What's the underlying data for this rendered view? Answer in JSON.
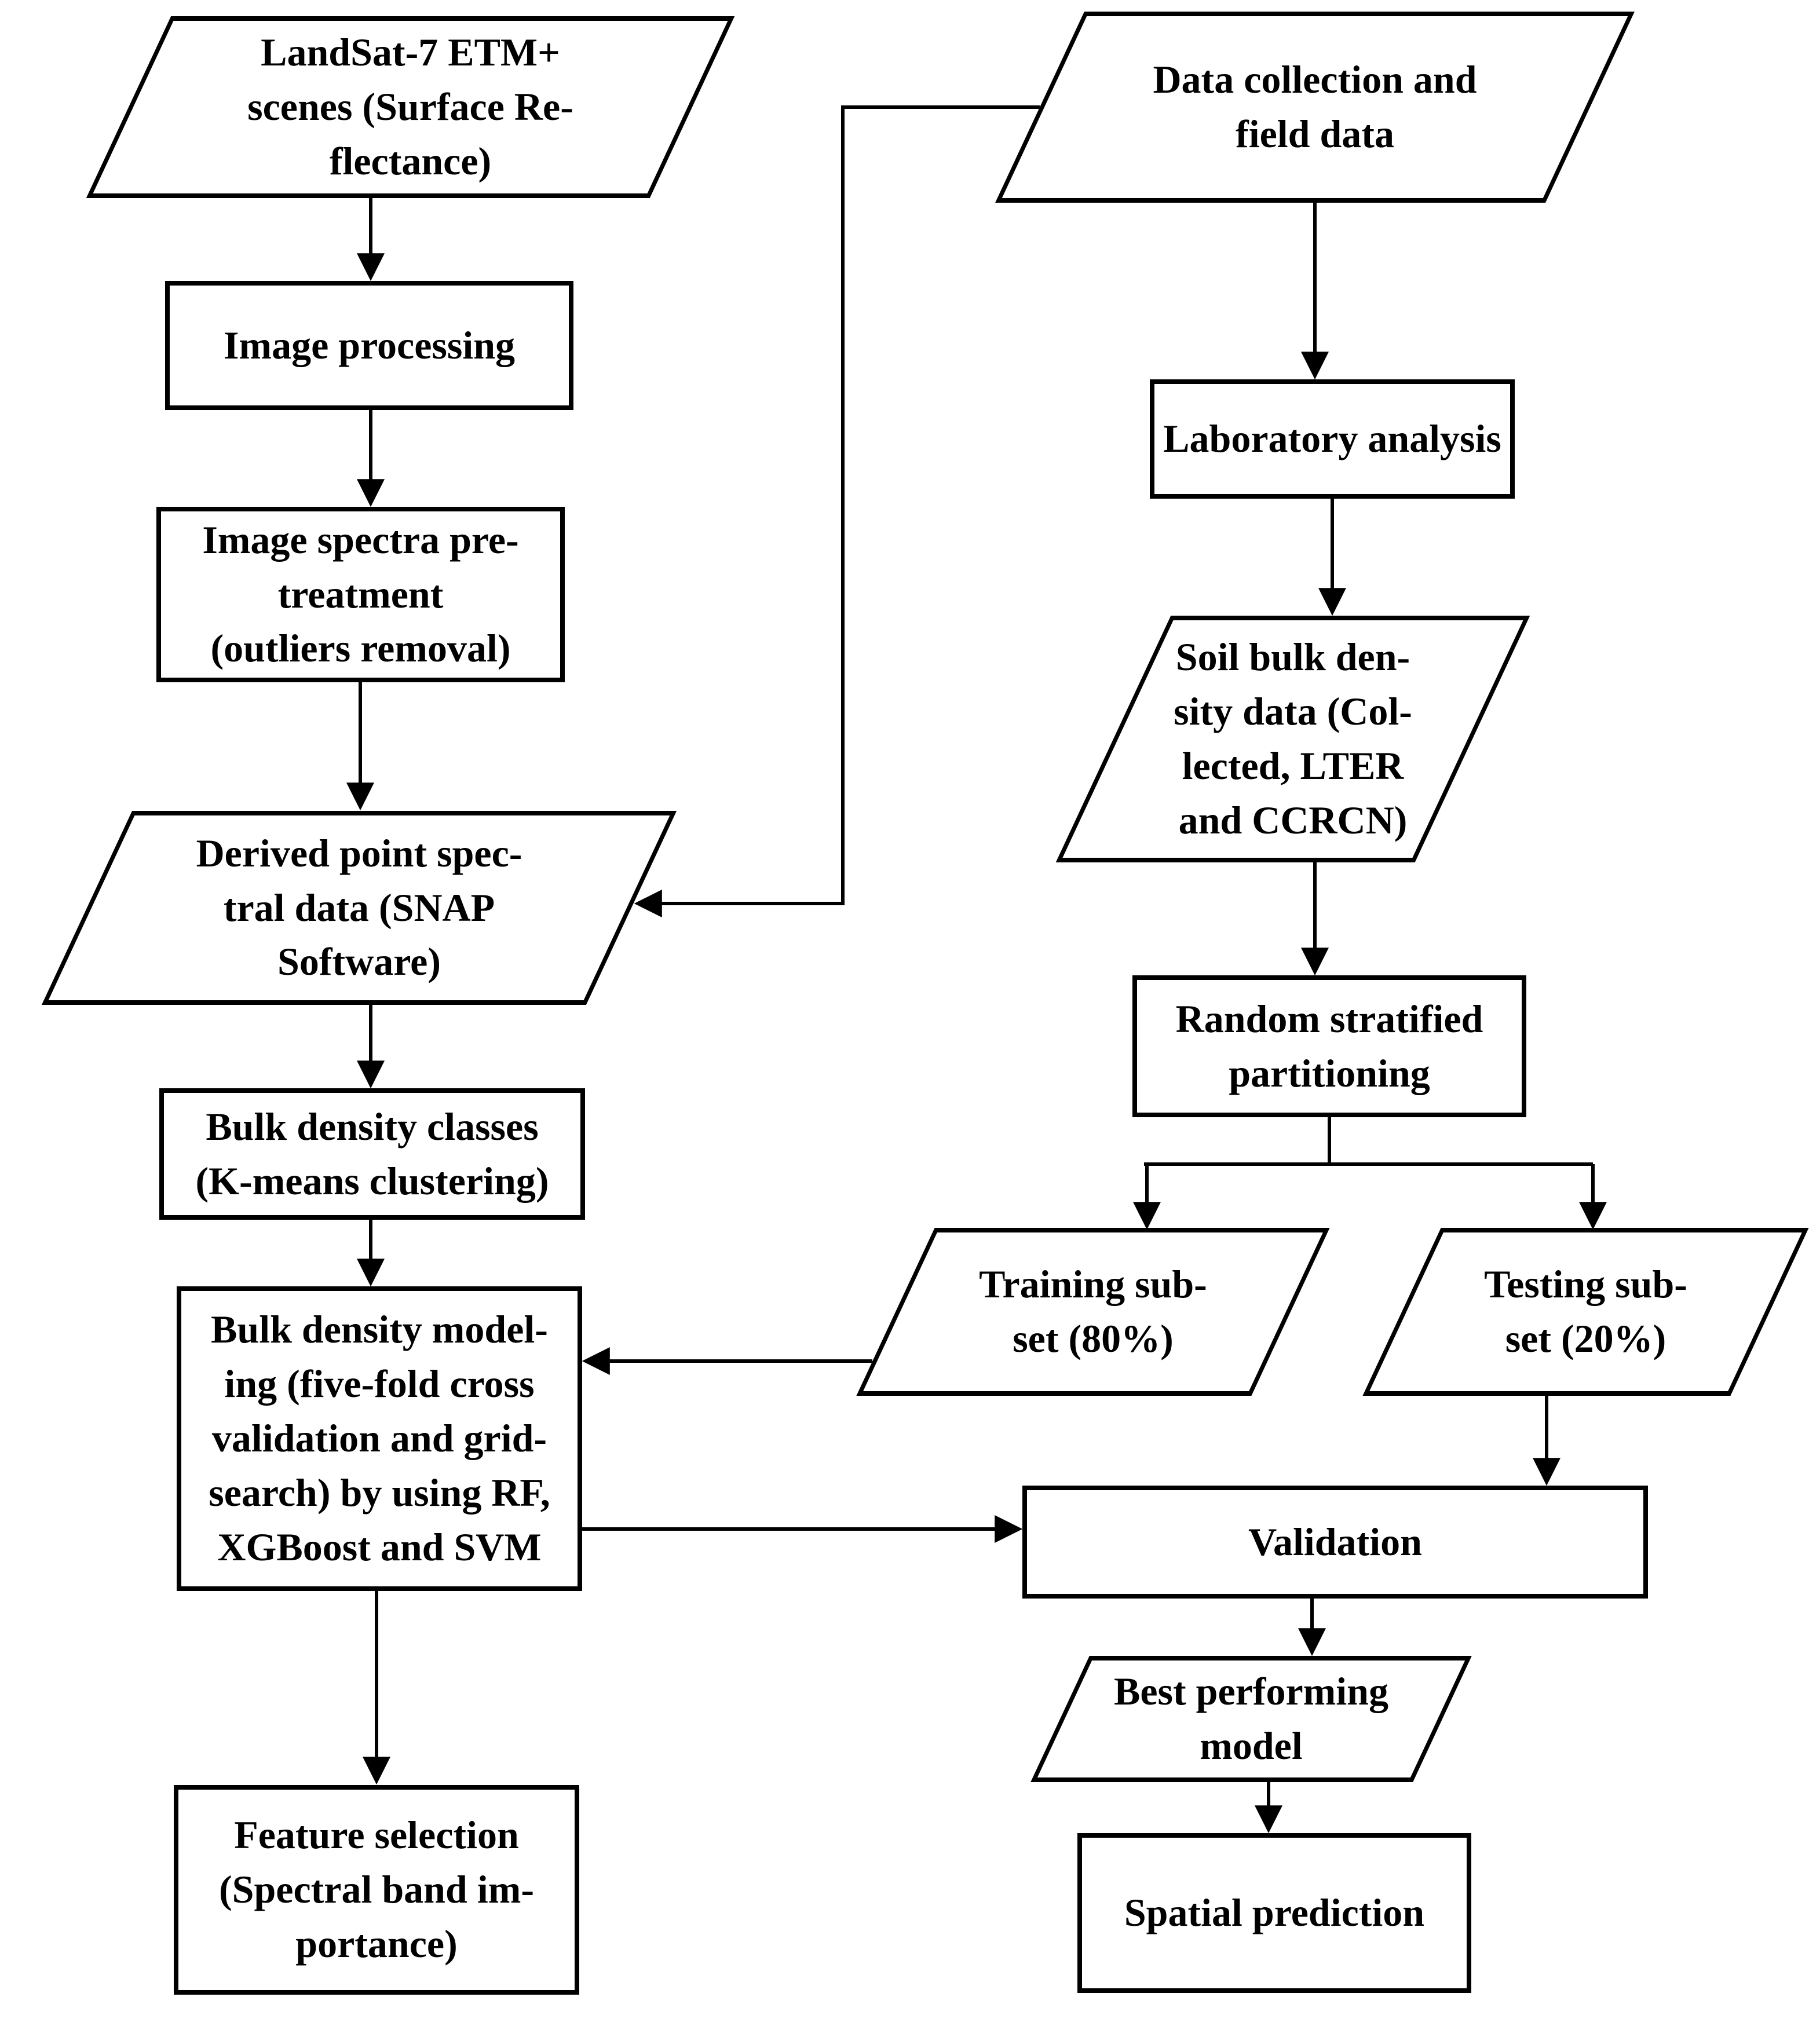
{
  "diagram": {
    "background_color": "#ffffff",
    "stroke_color": "#000000",
    "nodes": {
      "landsat_scenes": {
        "shape": "parallelogram",
        "lines": [
          "LandSat-7 ETM+",
          "scenes (Surface Re-",
          "flectance)"
        ]
      },
      "image_processing": {
        "shape": "rectangle",
        "lines": [
          "Image processing"
        ]
      },
      "image_spectra_pretreatment": {
        "shape": "rectangle",
        "lines": [
          "Image spectra pre-",
          "treatment",
          "(outliers removal)"
        ]
      },
      "derived_point_spectral": {
        "shape": "parallelogram",
        "lines": [
          "Derived point spec-",
          "tral data (SNAP",
          "Software)"
        ]
      },
      "bulk_density_classes": {
        "shape": "rectangle",
        "lines": [
          "Bulk density classes",
          "(K-means clustering)"
        ]
      },
      "bulk_density_modeling": {
        "shape": "rectangle",
        "lines": [
          "Bulk density model-",
          "ing (five-fold cross",
          "validation and grid-",
          "search) by using RF,",
          "XGBoost and SVM"
        ]
      },
      "feature_selection": {
        "shape": "rectangle",
        "lines": [
          "Feature selection",
          "(Spectral band im-",
          "portance)"
        ]
      },
      "data_collection": {
        "shape": "parallelogram",
        "lines": [
          "Data collection and",
          "field data"
        ]
      },
      "laboratory_analysis": {
        "shape": "rectangle",
        "lines": [
          "Laboratory analysis"
        ]
      },
      "soil_bulk_density_data": {
        "shape": "parallelogram",
        "lines": [
          "Soil bulk den-",
          "sity data (Col-",
          "lected, LTER",
          "and CCRCN)"
        ]
      },
      "random_stratified_partitioning": {
        "shape": "rectangle",
        "lines": [
          "Random stratified",
          "partitioning"
        ]
      },
      "training_subset": {
        "shape": "parallelogram",
        "lines": [
          "Training sub-",
          "set (80%)"
        ]
      },
      "testing_subset": {
        "shape": "parallelogram",
        "lines": [
          "Testing sub-",
          "set (20%)"
        ]
      },
      "validation": {
        "shape": "rectangle",
        "lines": [
          "Validation"
        ]
      },
      "best_performing_model": {
        "shape": "parallelogram",
        "lines": [
          "Best performing",
          "model"
        ]
      },
      "spatial_prediction": {
        "shape": "rectangle",
        "lines": [
          "Spatial prediction"
        ]
      }
    },
    "edges": [
      {
        "from": "landsat_scenes",
        "to": "image_processing"
      },
      {
        "from": "image_processing",
        "to": "image_spectra_pretreatment"
      },
      {
        "from": "image_spectra_pretreatment",
        "to": "derived_point_spectral"
      },
      {
        "from": "data_collection",
        "to": "derived_point_spectral"
      },
      {
        "from": "derived_point_spectral",
        "to": "bulk_density_classes"
      },
      {
        "from": "bulk_density_classes",
        "to": "bulk_density_modeling"
      },
      {
        "from": "bulk_density_modeling",
        "to": "feature_selection"
      },
      {
        "from": "data_collection",
        "to": "laboratory_analysis"
      },
      {
        "from": "laboratory_analysis",
        "to": "soil_bulk_density_data"
      },
      {
        "from": "soil_bulk_density_data",
        "to": "random_stratified_partitioning"
      },
      {
        "from": "random_stratified_partitioning",
        "to": "training_subset"
      },
      {
        "from": "random_stratified_partitioning",
        "to": "testing_subset"
      },
      {
        "from": "training_subset",
        "to": "bulk_density_modeling"
      },
      {
        "from": "bulk_density_modeling",
        "to": "validation"
      },
      {
        "from": "testing_subset",
        "to": "validation"
      },
      {
        "from": "validation",
        "to": "best_performing_model"
      },
      {
        "from": "best_performing_model",
        "to": "spatial_prediction"
      }
    ]
  }
}
